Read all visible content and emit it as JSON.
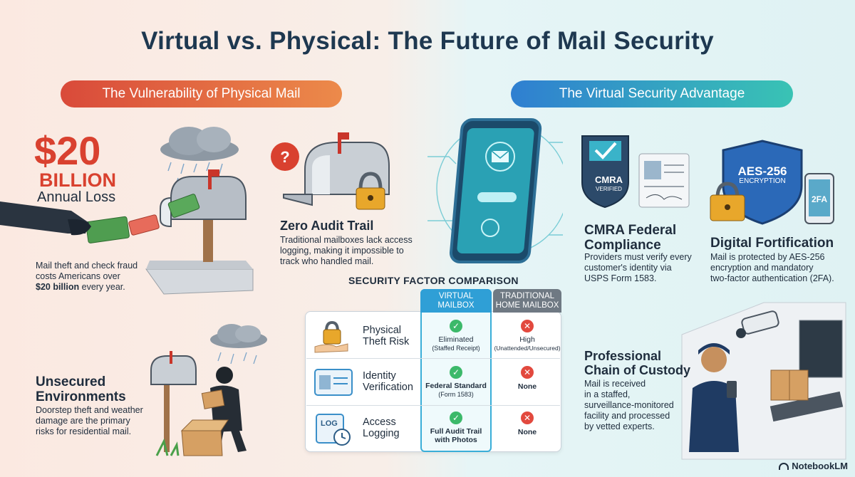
{
  "title": "Virtual vs. Physical: The Future of Mail Security",
  "left_banner": "The Vulnerability of Physical Mail",
  "right_banner": "The Virtual Security Advantage",
  "loss": {
    "amount": "$20",
    "unit": "BILLION",
    "label": "Annual Loss",
    "desc_1": "Mail theft and check fraud",
    "desc_2": "costs Americans over",
    "desc_3_bold": "$20 billion",
    "desc_3_rest": " every year."
  },
  "audit": {
    "heading": "Zero Audit Trail",
    "desc_1": "Traditional mailboxes lack access",
    "desc_2": "logging, making it impossible to",
    "desc_3": "track who handled mail."
  },
  "unsecured": {
    "heading_1": "Unsecured",
    "heading_2": "Environments",
    "desc_1": "Doorstep theft and weather",
    "desc_2": "damage are the primary",
    "desc_3": "risks for residential mail."
  },
  "cmra": {
    "badge_1": "CMRA",
    "badge_2": "VERIFIED",
    "heading_1": "CMRA Federal",
    "heading_2": "Compliance",
    "desc_1": "Providers must verify every",
    "desc_2": "customer's identity via",
    "desc_3": "USPS Form 1583."
  },
  "fortification": {
    "shield_1": "AES-256",
    "shield_2": "ENCRYPTION",
    "phone_label": "2FA",
    "heading": "Digital Fortification",
    "desc_1": "Mail is protected by AES-256",
    "desc_2": "encryption and mandatory",
    "desc_3": "two-factor authentication (2FA)."
  },
  "custody": {
    "heading_1": "Professional",
    "heading_2": "Chain of Custody",
    "desc_1": "Mail is received",
    "desc_2": "in a staffed,",
    "desc_3": "surveillance-monitored",
    "desc_4": "facility and processed",
    "desc_5": "by vetted experts."
  },
  "comparison": {
    "title": "SECURITY FACTOR COMPARISON",
    "col_virtual_1": "VIRTUAL",
    "col_virtual_2": "MAILBOX",
    "col_trad_1": "TRADITIONAL",
    "col_trad_2": "HOME MAILBOX",
    "rows": [
      {
        "label_1": "Physical",
        "label_2": "Theft Risk",
        "virtual_1": "Eliminated",
        "virtual_2": "(Staffed Receipt)",
        "trad_1": "High",
        "trad_2": "(Unattended/Unsecured)",
        "icon": "lock-hand-icon"
      },
      {
        "label_1": "Identity",
        "label_2": "Verification",
        "virtual_1": "Federal Standard",
        "virtual_2": "(Form 1583)",
        "trad_1": "None",
        "trad_2": "",
        "icon": "id-card-icon"
      },
      {
        "label_1": "Access",
        "label_2": "Logging",
        "virtual_1": "Full Audit Trail",
        "virtual_2": "with Photos",
        "trad_1": "None",
        "trad_2": "",
        "icon": "log-clock-icon",
        "log_text": "LOG"
      }
    ]
  },
  "brand": "NotebookLM",
  "colors": {
    "red": "#d9412f",
    "blue": "#2f9fd6",
    "green": "#3cb96a",
    "navy": "#1e3850"
  }
}
